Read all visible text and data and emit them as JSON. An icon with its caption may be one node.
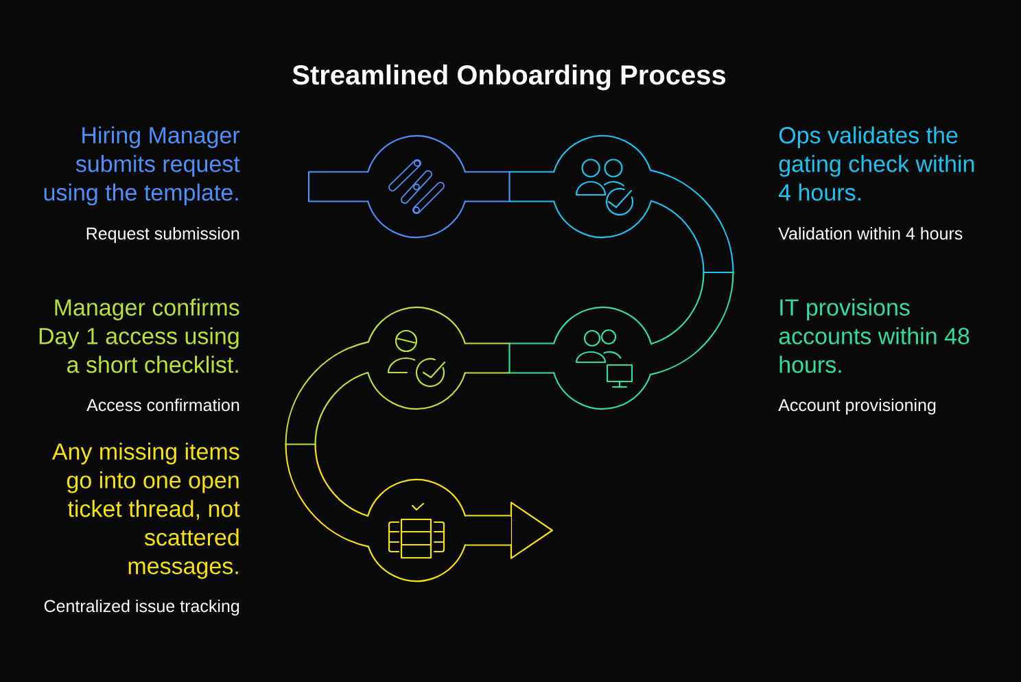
{
  "diagram": {
    "title": "Streamlined Onboarding Process",
    "nodes": [
      {
        "text": [],
        "shape": "circle",
        "beside": [
          "Hiring Manager submits request using the template.",
          "Request submission"
        ]
      },
      {
        "text": [],
        "shape": "circle",
        "beside": [
          "Ops validates the gating check within 4 hours.",
          "Validation within 4 hours"
        ]
      },
      {
        "text": [],
        "shape": "circle",
        "beside": [
          "IT provisions accounts within 48 hours.",
          "Account provisioning"
        ]
      },
      {
        "text": [],
        "shape": "circle",
        "beside": [
          "Manager confirms Day 1 access using a short checklist.",
          "Access confirmation"
        ]
      },
      {
        "text": [],
        "shape": "circle",
        "beside": [
          "Any missing items go into one open ticket thread, not scattered messages.",
          "Centralized issue tracking"
        ]
      }
    ],
    "edges": [
      {
        "from": null,
        "to": 0,
        "arrow": "none"
      },
      {
        "from": 0,
        "to": 1,
        "arrow": "none"
      },
      {
        "from": 1,
        "to": 2,
        "arrow": "none"
      },
      {
        "from": 2,
        "to": 3,
        "arrow": "none",
        "color": "#34dd9c"
      },
      {
        "from": 3,
        "to": 4,
        "arrow": "none",
        "color": "#b8e23a"
      },
      {
        "from": 4,
        "to": null,
        "arrow": "to",
        "color": "#f6e30c"
      }
    ]
  }
}
